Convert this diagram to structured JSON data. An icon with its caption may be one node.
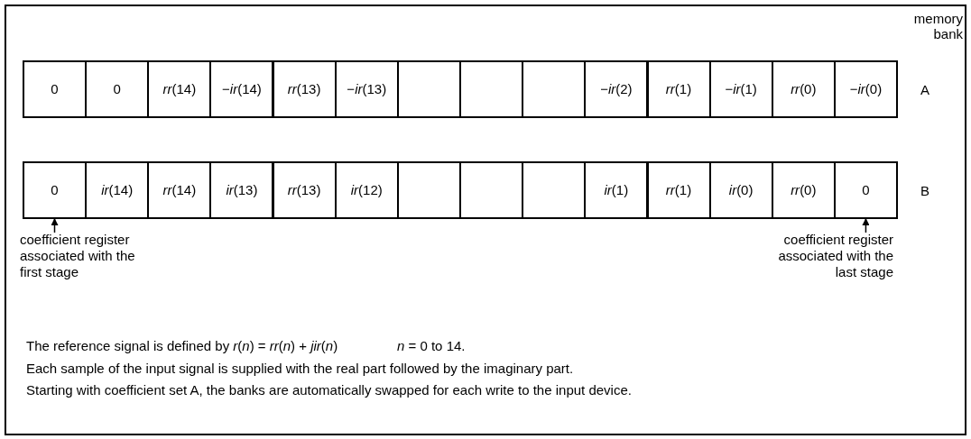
{
  "diagram": {
    "nodes": [
      {
        "text": [
          "0"
        ]
      },
      {
        "text": [
          "0"
        ]
      },
      {
        "text": [
          "*rr*(14)"
        ]
      },
      {
        "text": [
          "−*ir*(14)"
        ]
      },
      {
        "text": [
          "*rr*(13)"
        ]
      },
      {
        "text": [
          "−*ir*(13)"
        ]
      },
      {
        "text": [],
        "shape": "box"
      },
      {
        "text": [],
        "shape": "box"
      },
      {
        "text": [],
        "shape": "box"
      },
      {
        "text": [
          "−*ir*(2)"
        ]
      },
      {
        "text": [
          "*rr*(1)"
        ]
      },
      {
        "text": [
          "−*ir*(1)"
        ]
      },
      {
        "text": [
          "*rr*(0)"
        ]
      },
      {
        "text": [
          "−*ir*(0)"
        ]
      },
      {
        "text": [
          "0"
        ]
      },
      {
        "text": [
          "*ir*(14)"
        ]
      },
      {
        "text": [
          "*rr*(14)"
        ]
      },
      {
        "text": [
          "*ir*(13)"
        ]
      },
      {
        "text": [
          "*rr*(13)"
        ]
      },
      {
        "text": [
          "*ir*(12)"
        ]
      },
      {
        "text": [],
        "shape": "box"
      },
      {
        "text": [],
        "shape": "box"
      },
      {
        "text": [],
        "shape": "box"
      },
      {
        "text": [
          "*ir*(1)"
        ]
      },
      {
        "text": [
          "*rr*(1)"
        ]
      },
      {
        "text": [
          "*ir*(0)"
        ]
      },
      {
        "text": [
          "*rr*(0)"
        ]
      },
      {
        "text": [
          "0"
        ]
      },
      {
        "text": [
          "coefficient register associated with the first stage"
        ]
      },
      {
        "text": [
          "coefficient register associated with the last stage"
        ]
      }
    ],
    "edges": [
      {
        "from": 28,
        "to": 14,
        "arrow": "to"
      },
      {
        "from": 29,
        "to": 27,
        "arrow": "to"
      }
    ],
    "labels": [
      "memory bank",
      "A",
      "B",
      "The reference signal is defined by *r*(*n*) = *rr*(*n*) + *jir*(*n*)",
      "*n* = 0 to 14.",
      "Each sample of the input signal is supplied with the real part followed by the imaginary part.",
      "Starting with coefficient set A, the banks are automatically swapped for each write to the input device."
    ]
  }
}
